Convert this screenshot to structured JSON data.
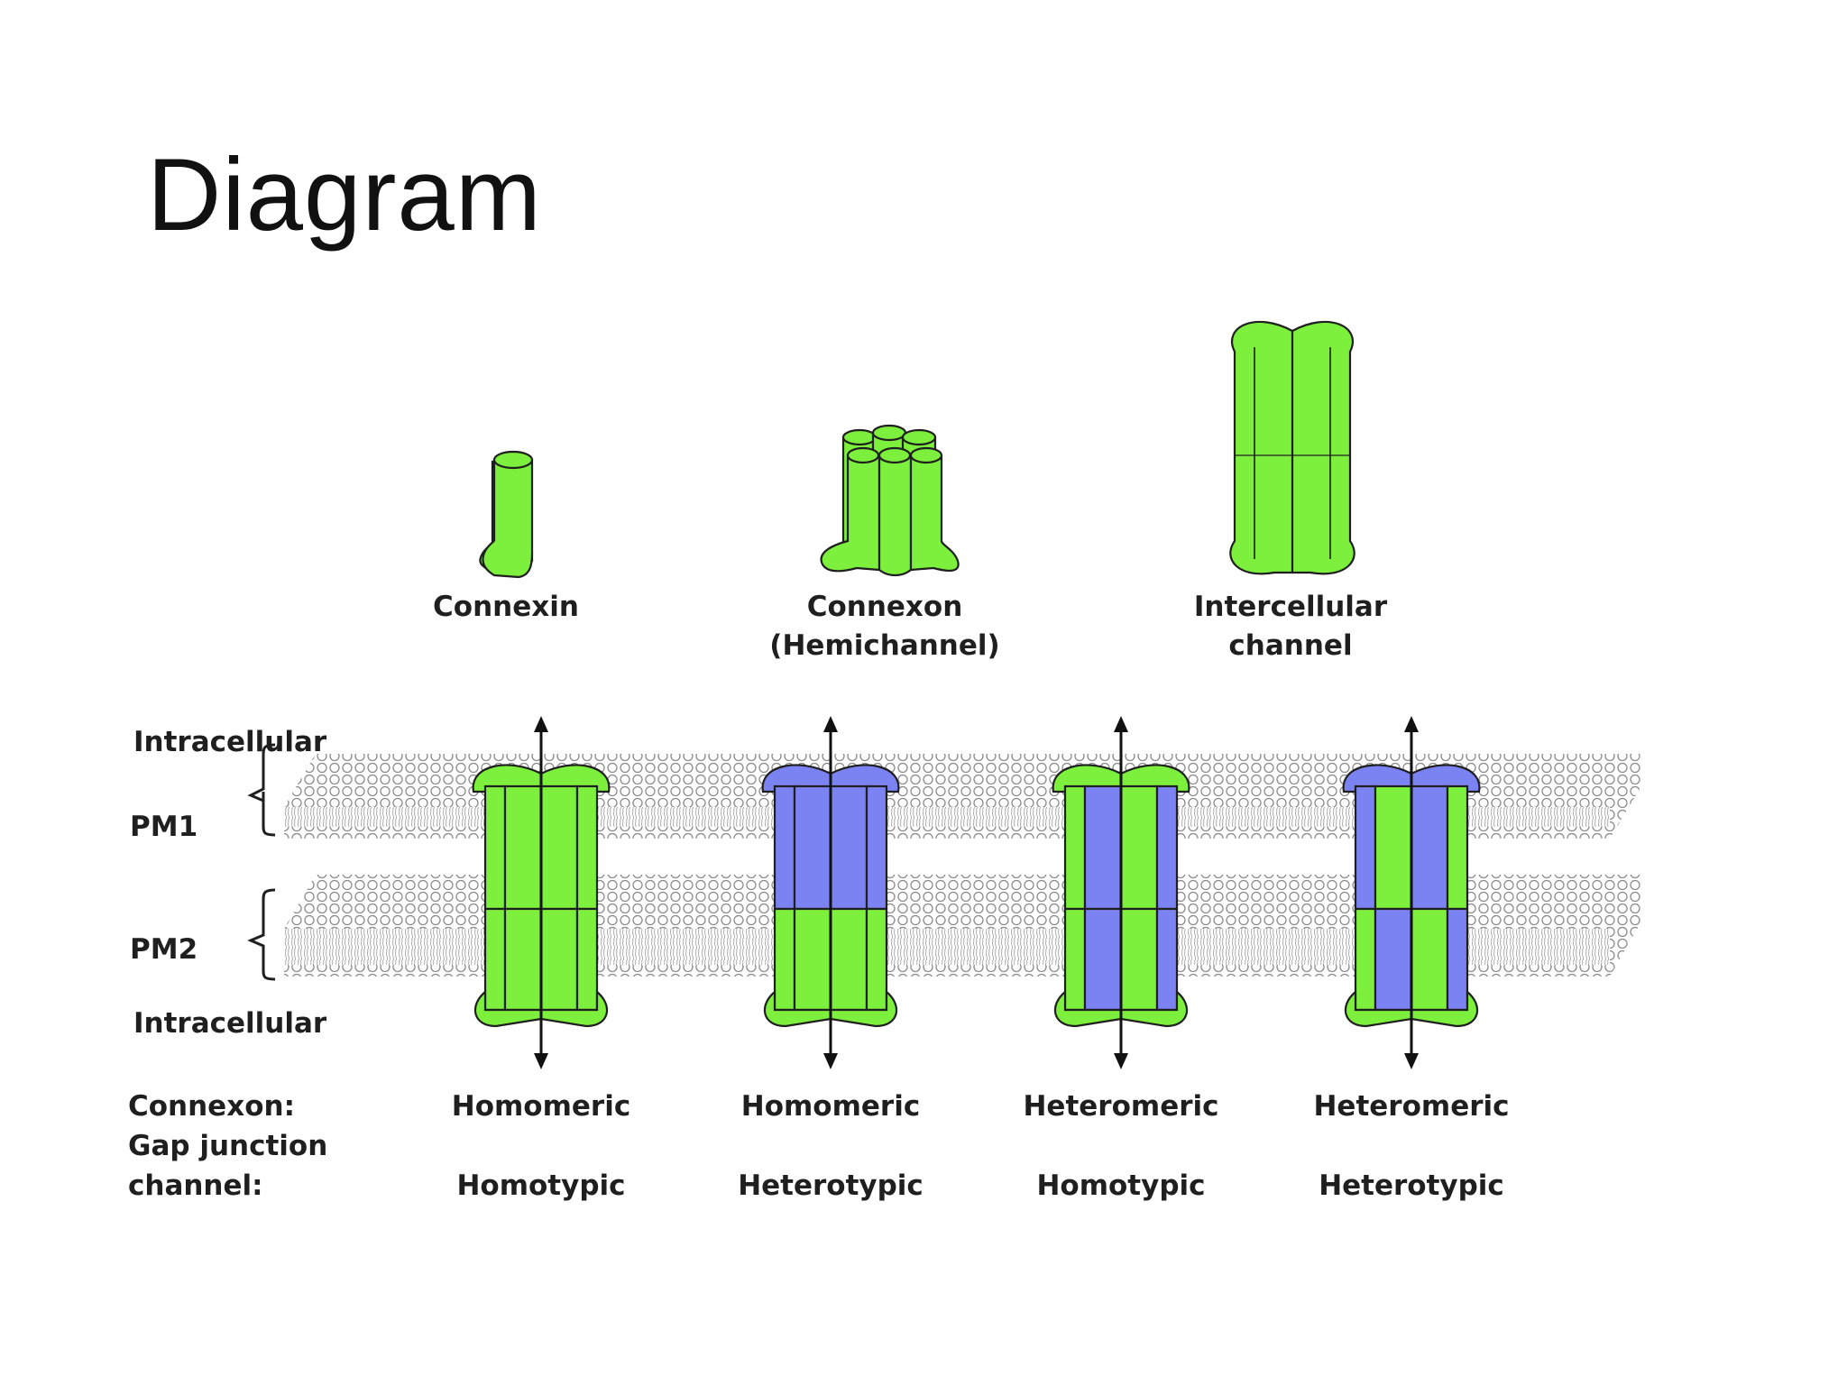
{
  "title": "Diagram",
  "top_structures": [
    {
      "id": "connexin",
      "line1": "Connexin",
      "line2": ""
    },
    {
      "id": "connexon",
      "line1": "Connexon",
      "line2": "(Hemichannel)"
    },
    {
      "id": "intercellular",
      "line1": "Intercellular",
      "line2": "channel"
    }
  ],
  "side_labels": {
    "intracellular_top": "Intracellular",
    "pm1": "PM1",
    "pm2": "PM2",
    "intracellular_bottom": "Intracellular"
  },
  "row_labels": {
    "connexon": "Connexon:",
    "gap_line1": "Gap junction",
    "gap_line2": "channel:"
  },
  "channels": [
    {
      "connexon": "Homomeric",
      "gap_junction": "Homotypic"
    },
    {
      "connexon": "Homomeric",
      "gap_junction": "Heterotypic"
    },
    {
      "connexon": "Heteromeric",
      "gap_junction": "Homotypic"
    },
    {
      "connexon": "Heteromeric",
      "gap_junction": "Heterotypic"
    }
  ],
  "colors": {
    "green": "#7cf03c",
    "blue": "#7b83f2",
    "outline": "#1f1f1f",
    "membrane": "#9a9a9a"
  }
}
